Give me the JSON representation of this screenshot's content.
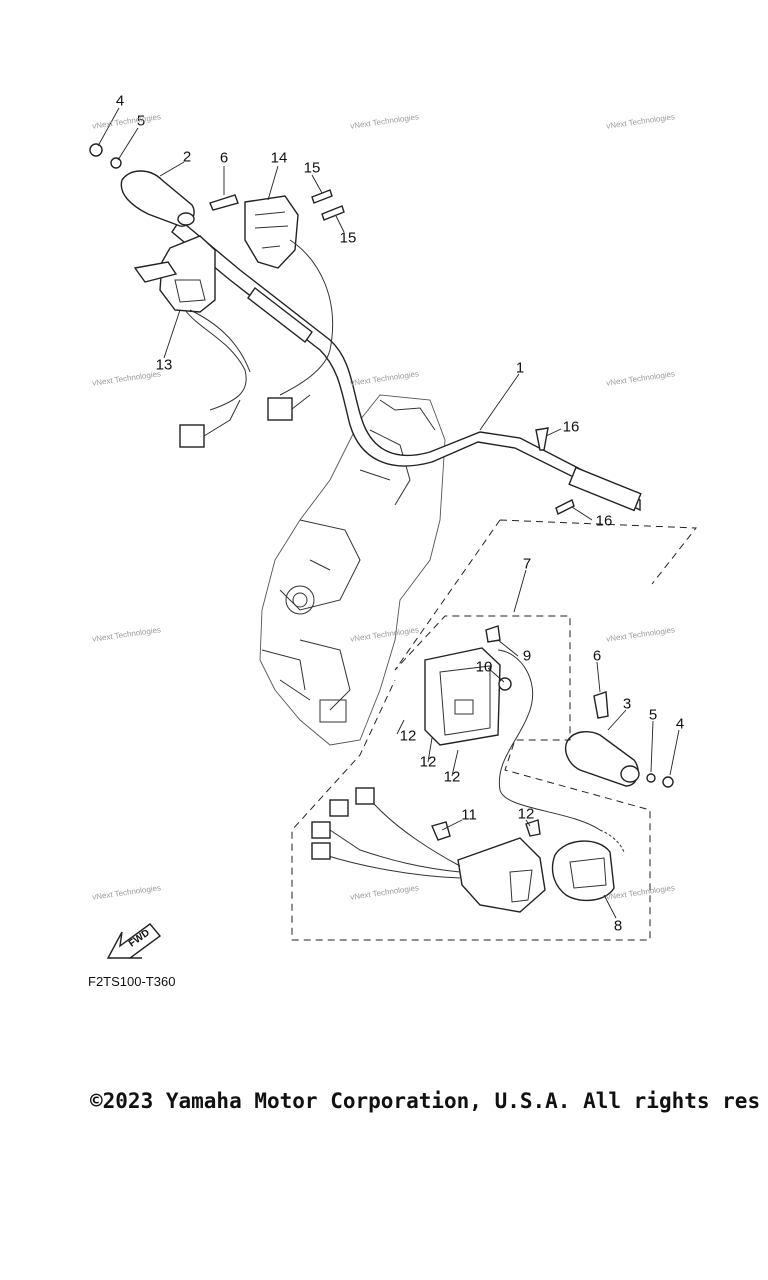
{
  "diagram": {
    "callouts": {
      "c1": "1",
      "c2": "2",
      "c3": "3",
      "c4a": "4",
      "c4b": "4",
      "c5a": "5",
      "c5b": "5",
      "c6a": "6",
      "c6b": "6",
      "c7": "7",
      "c8": "8",
      "c9": "9",
      "c10": "10",
      "c11": "11",
      "c12a": "12",
      "c12b": "12",
      "c12c": "12",
      "c12d": "12",
      "c13": "13",
      "c14": "14",
      "c15a": "15",
      "c15b": "15",
      "c16a": "16",
      "c16b": "16"
    },
    "watermark_text": "vNext Technologies",
    "fwd_label": "FWD",
    "diagram_code": "F2TS100-T360"
  },
  "footer": {
    "copyright": "©2023 Yamaha Motor Corporation, U.S.A. All rights res"
  }
}
